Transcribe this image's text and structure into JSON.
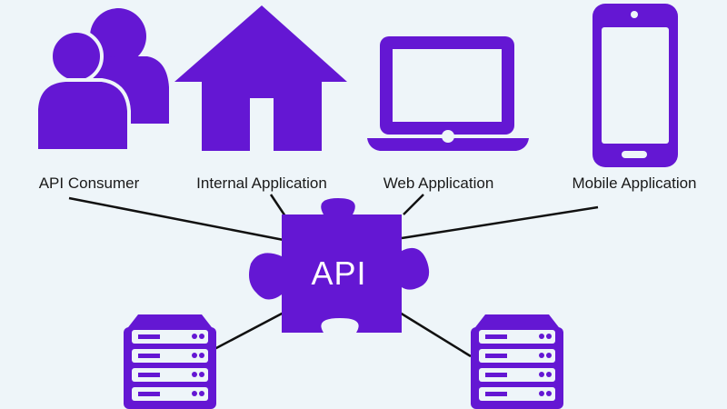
{
  "colors": {
    "primary": "#6417d3",
    "background": "#eef5f9",
    "connector": "#111111",
    "text": "#1a1a1a"
  },
  "nodes": {
    "api_consumer": {
      "label": "API Consumer",
      "icon": "users-icon"
    },
    "internal_app": {
      "label": "Internal Application",
      "icon": "house-icon"
    },
    "web_app": {
      "label": "Web Application",
      "icon": "laptop-icon"
    },
    "mobile_app": {
      "label": "Mobile Application",
      "icon": "smartphone-icon"
    },
    "api": {
      "label": "API",
      "icon": "puzzle-piece-icon"
    },
    "server_left": {
      "icon": "server-rack-icon"
    },
    "server_right": {
      "icon": "server-rack-icon"
    }
  }
}
